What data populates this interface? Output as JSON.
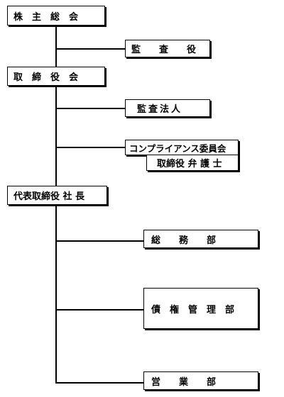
{
  "org_chart": {
    "shareholders_meeting": "株　主　総　会",
    "auditor": "監　　査　　役",
    "board_of_directors": "取　締　役　会",
    "audit_firm": "監査法人",
    "compliance_committee": "コンプライアンス委員会",
    "director_lawyer": "取締役 弁 護 士",
    "representative_director": "代表取締役 社 長",
    "general_affairs_dept": "総　　務　　部",
    "receivables_mgmt_dept": "債　権　管　理　部",
    "sales_dept": "営　　業　　部"
  }
}
